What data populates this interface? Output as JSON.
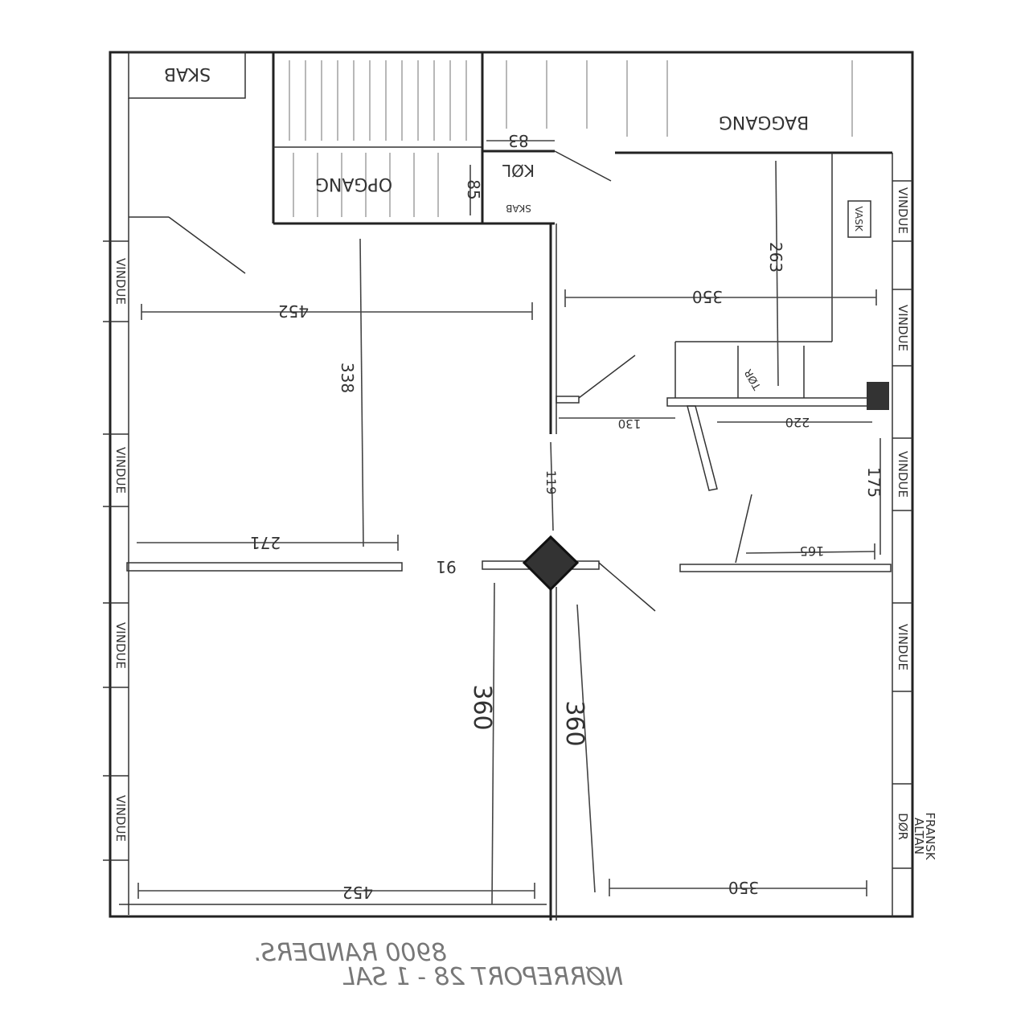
{
  "plan": {
    "rooms": {
      "skab_top": "SKAB",
      "opgang": "OPGANG",
      "baggang": "BAGGANG",
      "kol": "KØL",
      "skab_small": "SKAB",
      "vask": "VASK",
      "tor": "TØR"
    },
    "dimensions": {
      "d83": "83",
      "d85": "85",
      "d263": "263",
      "d350_top": "350",
      "d452_top": "452",
      "d338": "338",
      "d130": "130",
      "d220": "220",
      "d175": "175",
      "d119": "119",
      "d271": "271",
      "d91": "91",
      "d165": "165",
      "d360_left": "360",
      "d360_right": "360",
      "d452_bottom": "452",
      "d350_bottom": "350"
    },
    "windows": {
      "label": "VINDUE",
      "door": "DØR"
    },
    "balcony": [
      "FRANSK",
      "ALTAN"
    ],
    "address": {
      "line1": "NØRREPORT  28 - 1 SAL",
      "line2": "8900 RANDERS."
    }
  }
}
